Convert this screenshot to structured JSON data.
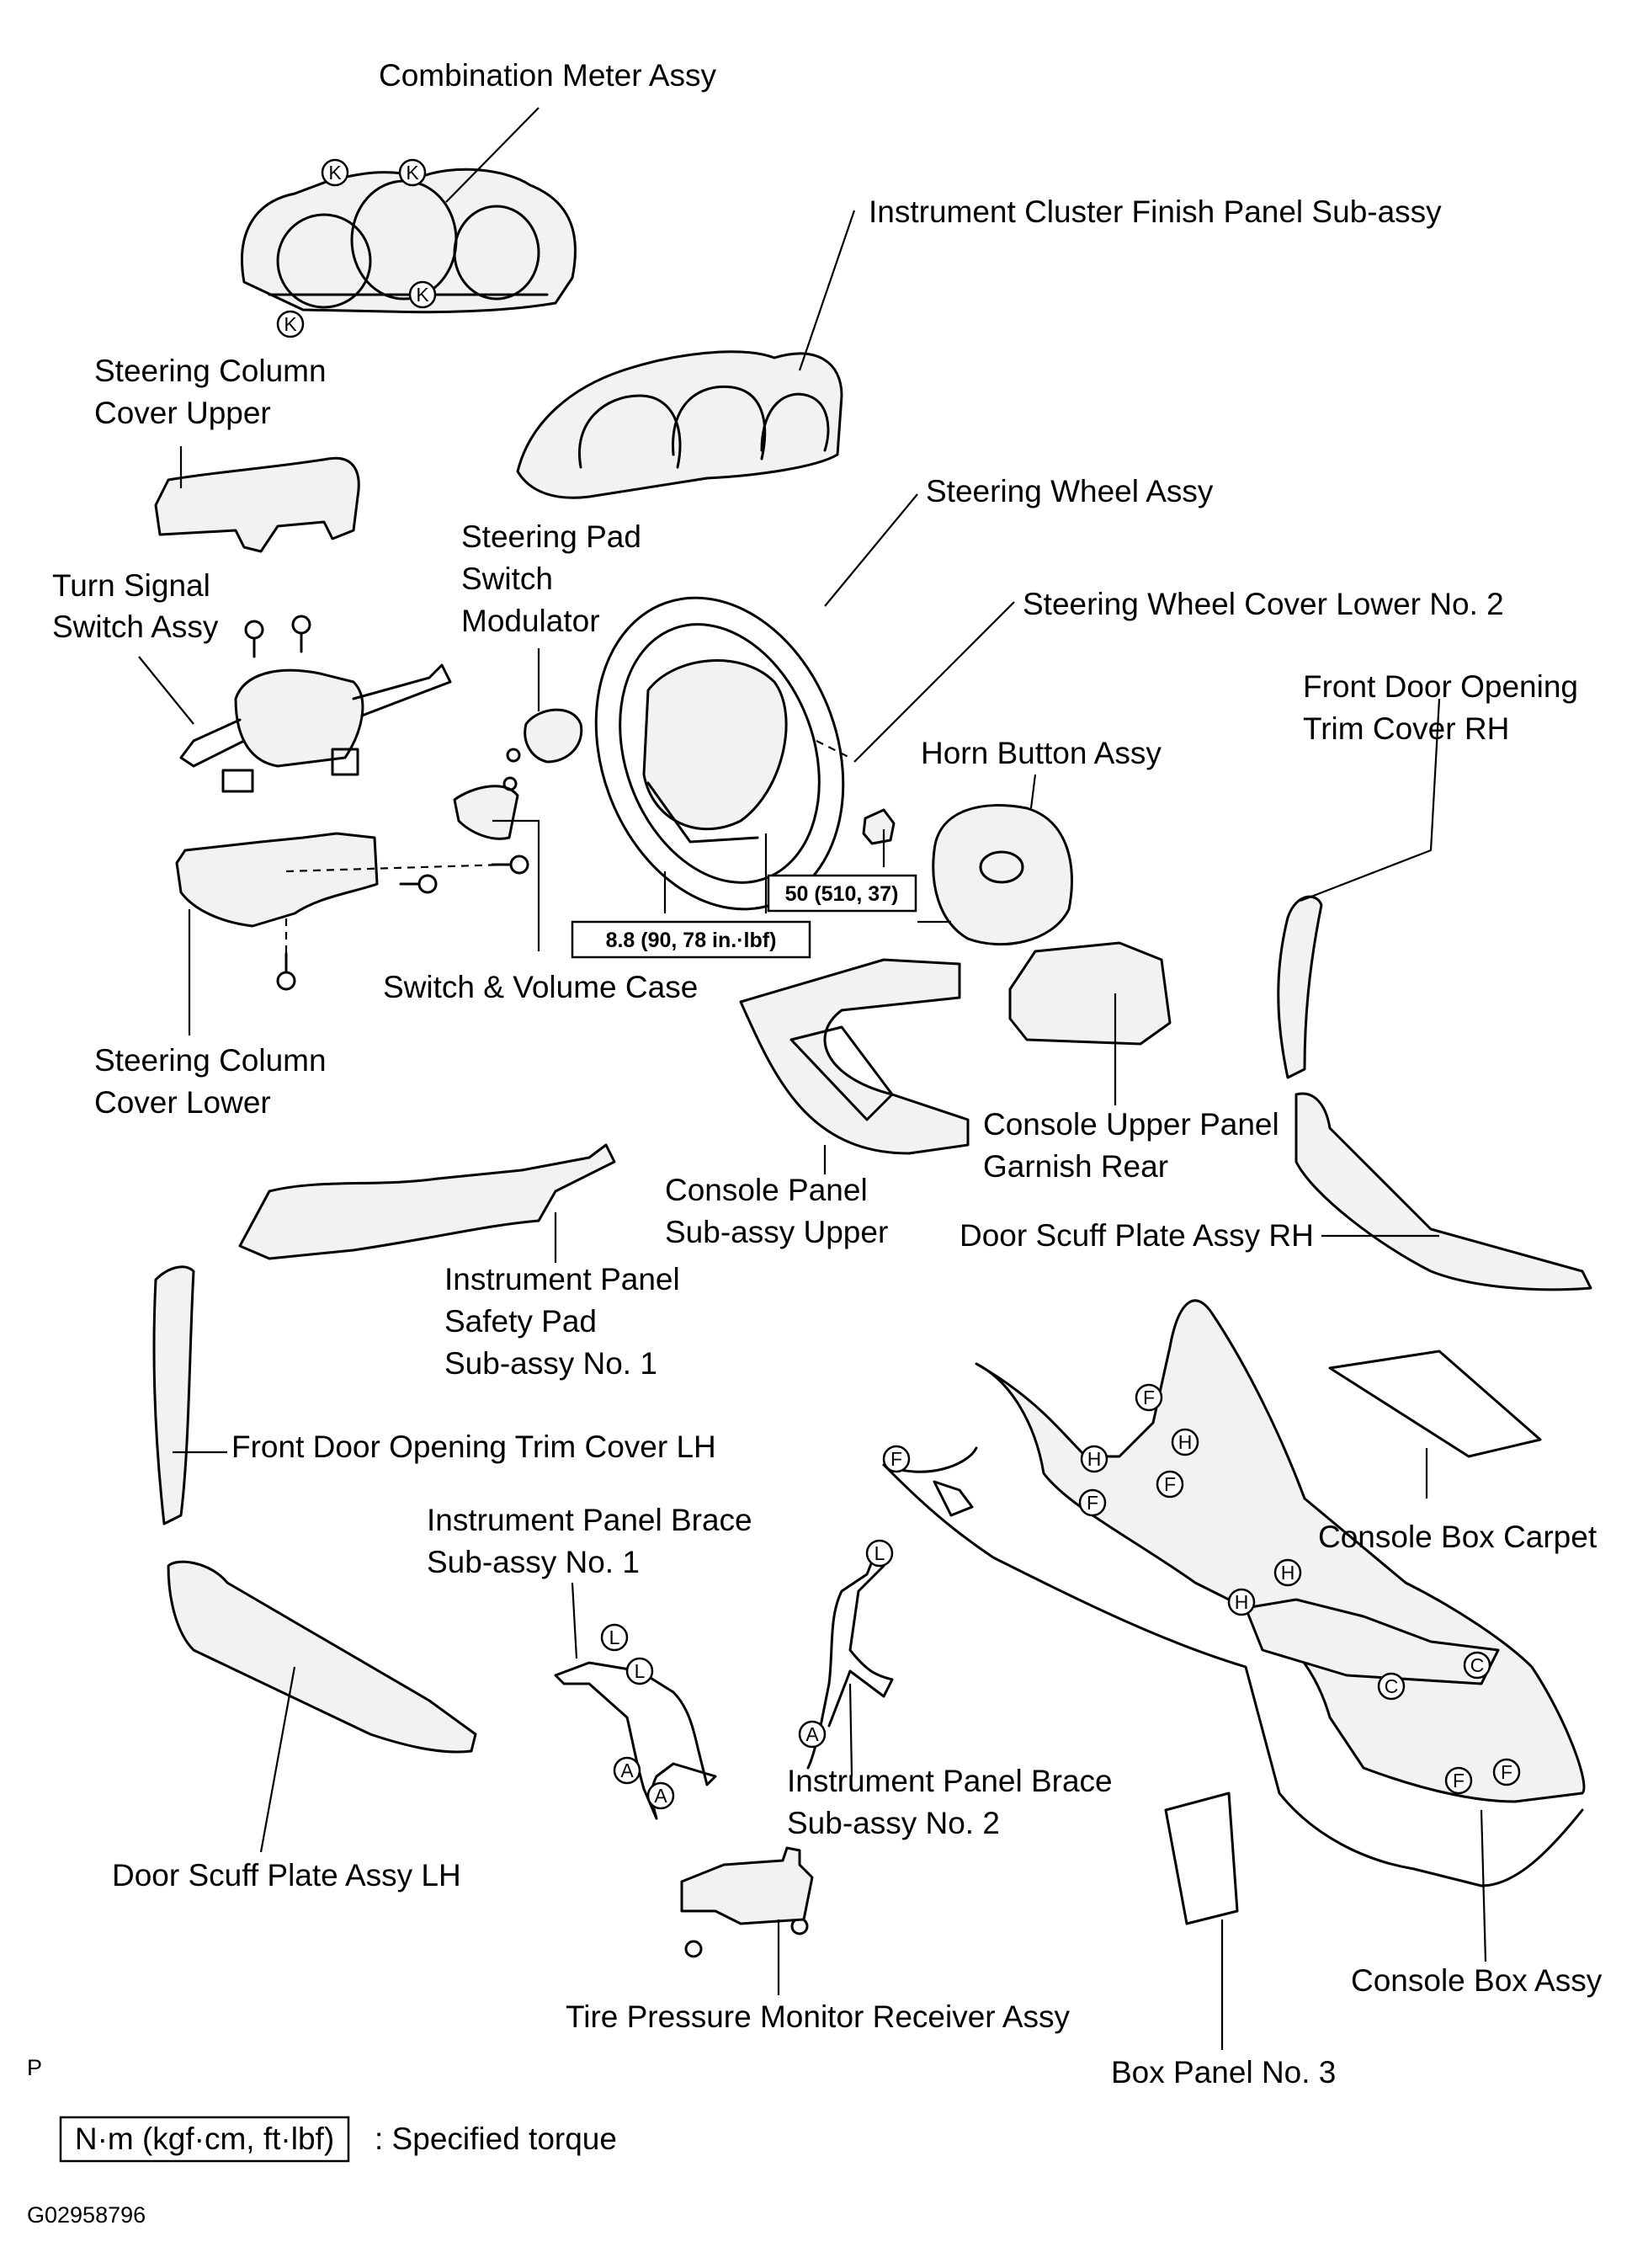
{
  "labels": {
    "combination_meter": "Combination Meter Assy",
    "cluster_finish_panel": "Instrument Cluster Finish Panel Sub-assy",
    "column_cover_upper_1": "Steering Column",
    "column_cover_upper_2": "Cover Upper",
    "turn_signal_1": "Turn Signal",
    "turn_signal_2": "Switch Assy",
    "pad_modulator_1": "Steering Pad",
    "pad_modulator_2": "Switch",
    "pad_modulator_3": "Modulator",
    "steering_wheel": "Steering Wheel Assy",
    "wheel_cover_lower": "Steering Wheel Cover Lower No. 2",
    "door_trim_rh_1": "Front Door Opening",
    "door_trim_rh_2": "Trim Cover RH",
    "horn_button": "Horn Button Assy",
    "switch_volume_case": "Switch & Volume Case",
    "column_cover_lower_1": "Steering Column",
    "column_cover_lower_2": "Cover Lower",
    "console_upper_garnish_1": "Console Upper Panel",
    "console_upper_garnish_2": "Garnish Rear",
    "console_panel_upper_1": "Console Panel",
    "console_panel_upper_2": "Sub-assy  Upper",
    "door_scuff_rh": "Door Scuff Plate Assy RH",
    "safety_pad_1": "Instrument Panel",
    "safety_pad_2": "Safety Pad",
    "safety_pad_3": "Sub-assy No. 1",
    "door_trim_lh": "Front Door Opening Trim Cover LH",
    "console_box_carpet": "Console Box Carpet",
    "brace_no1_1": "Instrument Panel Brace",
    "brace_no1_2": "Sub-assy No. 1",
    "brace_no2_1": "Instrument Panel Brace",
    "brace_no2_2": "Sub-assy No. 2",
    "door_scuff_lh": "Door Scuff Plate Assy LH",
    "console_box": "Console Box Assy",
    "tire_pressure_receiver": "Tire Pressure Monitor Receiver Assy",
    "box_panel_3": "Box Panel No. 3"
  },
  "torques": {
    "wheel_nut": "50 (510, 37)",
    "wheel_screws": "8.8 (90, 78 in.·lbf)"
  },
  "legend": {
    "unit_box": "N·m (kgf·cm, ft·lbf)",
    "description": ": Specified torque"
  },
  "corner_mark": "P",
  "figure_id": "G02958796",
  "clip_markers": {
    "K": "K",
    "F": "F",
    "H": "H",
    "C": "C",
    "L": "L",
    "A": "A"
  }
}
